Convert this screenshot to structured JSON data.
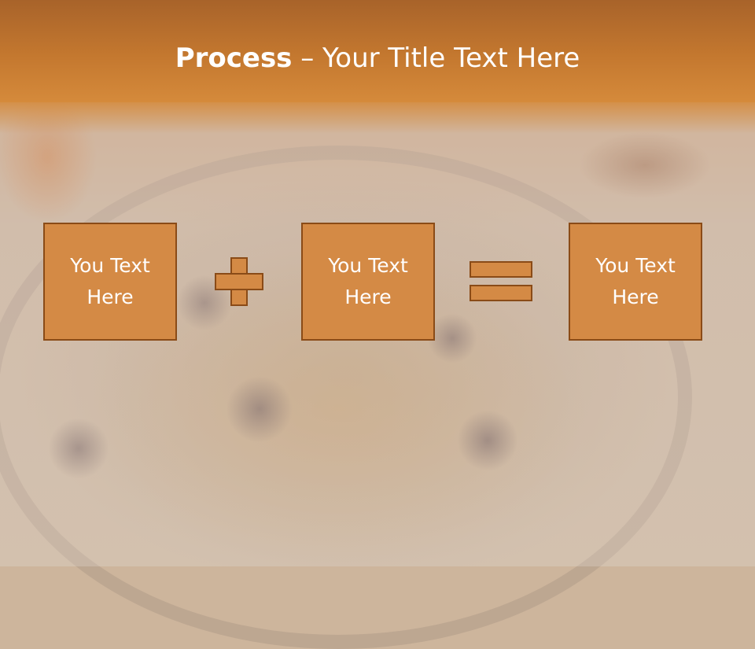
{
  "slide": {
    "title_bold": "Process",
    "title_rest": " – Your Title Text Here",
    "colors": {
      "title_band": "#c4782f",
      "box_fill": "#d48a45",
      "box_border": "#8a4b17",
      "text": "#ffffff"
    }
  },
  "process": {
    "boxes": [
      {
        "text": "You Text\nHere"
      },
      {
        "text": "You Text\nHere"
      },
      {
        "text": "You Text\nHere"
      }
    ],
    "operators": [
      "plus-icon",
      "equals-icon"
    ]
  }
}
